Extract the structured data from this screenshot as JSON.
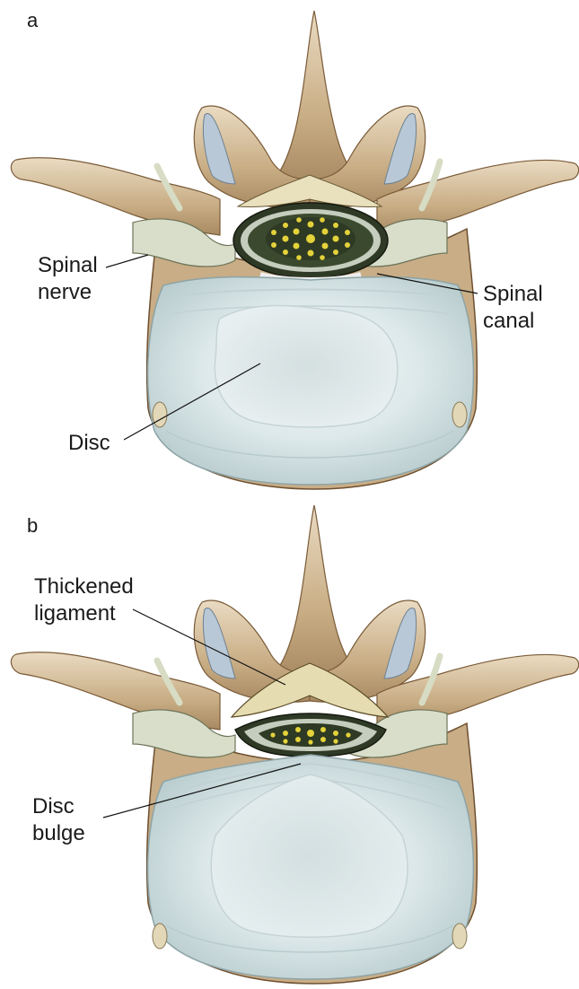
{
  "panel_a": {
    "letter": "a",
    "labels": {
      "spinal_nerve_1": "Spinal",
      "spinal_nerve_2": "nerve",
      "spinal_canal_1": "Spinal",
      "spinal_canal_2": "canal",
      "disc": "Disc"
    }
  },
  "panel_b": {
    "letter": "b",
    "labels": {
      "thickened_ligament_1": "Thickened",
      "thickened_ligament_2": "ligament",
      "disc_bulge_1": "Disc",
      "disc_bulge_2": "bulge"
    }
  },
  "colors": {
    "bone": "#c9b08a",
    "bone_dark": "#8a6a44",
    "bone_light": "#ecdcc2",
    "disc": "#dde9ea",
    "disc_edge": "#9fb6b9",
    "cord_outer": "#2f3a26",
    "cord_yellow": "#e4d23a",
    "facet_blue": "#b8c8d6",
    "nerve": "#d7dcc4"
  }
}
